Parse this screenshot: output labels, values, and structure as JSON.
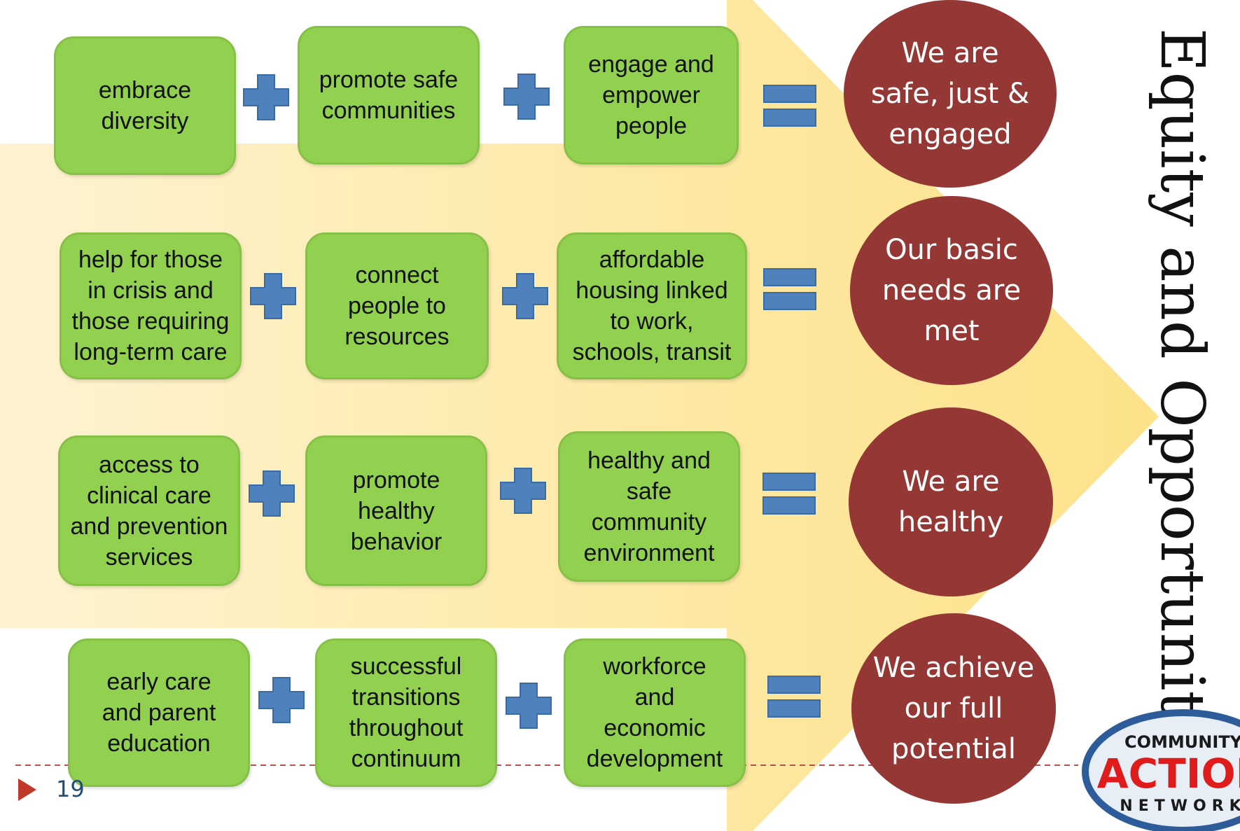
{
  "side_title": "Equity and Opportunity",
  "slide_number": "19",
  "logo": {
    "line1": "COMMUNITY",
    "line2": "ACTION",
    "line3": "NETWORK"
  },
  "rows": [
    {
      "inputs": [
        "embrace\ndiversity",
        "promote safe\ncommunities",
        "engage and\nempower\npeople"
      ],
      "outcome": "We are\nsafe, just &\nengaged"
    },
    {
      "inputs": [
        "help for those\nin crisis and\nthose requiring\nlong-term care",
        "connect\npeople to\nresources",
        "affordable\nhousing linked\nto work,\nschools, transit"
      ],
      "outcome": "Our basic\nneeds are\nmet"
    },
    {
      "inputs": [
        "access to\nclinical care\nand prevention\nservices",
        "promote\nhealthy\nbehavior",
        "healthy and\nsafe\ncommunity\nenvironment"
      ],
      "outcome": "We are\nhealthy"
    },
    {
      "inputs": [
        "early care\nand parent\neducation",
        "successful\ntransitions\nthroughout\ncontinuum",
        "workforce\nand\neconomic\ndevelopment"
      ],
      "outcome": "We achieve\nour full\npotential"
    }
  ],
  "colors": {
    "box": "#92d050",
    "plus": "#4f81bd",
    "circle": "#953735",
    "arrow": "#fde99a"
  }
}
